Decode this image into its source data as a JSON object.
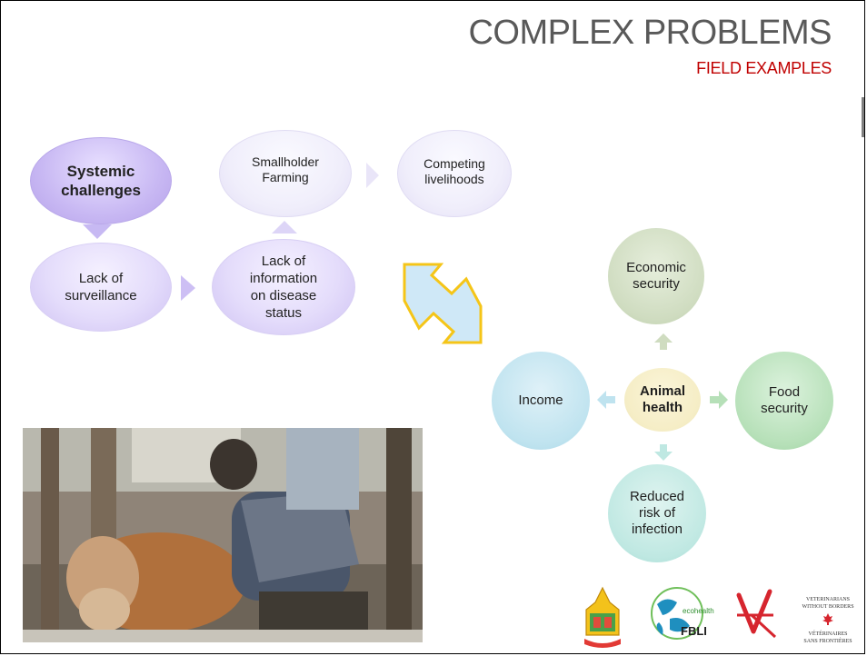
{
  "slide": {
    "title": "COMPLEX PROBLEMS",
    "subtitle": "FIELD EXAMPLES"
  },
  "process": {
    "systemic_line1": "Systemic",
    "systemic_line2": "challenges",
    "smallholder_line1": "Smallholder",
    "smallholder_line2": "Farming",
    "competing_line1": "Competing",
    "competing_line2": "livelihoods",
    "surveillance_line1": "Lack of",
    "surveillance_line2": "surveillance",
    "info_line1": "Lack of",
    "info_line2": "information",
    "info_line3": "on disease",
    "info_line4": "status"
  },
  "cycle": {
    "center_line1": "Animal",
    "center_line2": "health",
    "top_line1": "Economic",
    "top_line2": "security",
    "right_line1": "Food",
    "right_line2": "security",
    "bottom_line1": "Reduced",
    "bottom_line2": "risk of",
    "bottom_line3": "infection",
    "left": "Income"
  },
  "logos": {
    "vwb_line1": "VETERINARIANS",
    "vwb_line2": "WITHOUT BORDERS",
    "vsf_line1": "VÉTÉRINAIRES",
    "vsf_line2": "SANS FRONTIÈRES",
    "ecohealth_text": "ecohealth",
    "fbli_text": "FBLI"
  },
  "colors": {
    "title": "#595959",
    "subtitle": "#c00000",
    "process_dark": "#c8b8f3",
    "process_light": "#e4dcfb",
    "arrow_fill": "#cfe8f7",
    "arrow_stroke": "#f5c518",
    "cycle_center": "#f5edc5",
    "cycle_top": "#cfdcc0",
    "cycle_right": "#b6e0b8",
    "cycle_bottom": "#bfe8e2",
    "cycle_left": "#bfe3ef"
  },
  "icons": [
    "triangle-down-icon",
    "triangle-up-icon",
    "triangle-right-icon",
    "double-arrow-icon",
    "cycle-arrow-icon",
    "moph-seal-logo",
    "ecohealth-fbli-logo",
    "vwb-logo",
    "canada-leaf-icon"
  ]
}
